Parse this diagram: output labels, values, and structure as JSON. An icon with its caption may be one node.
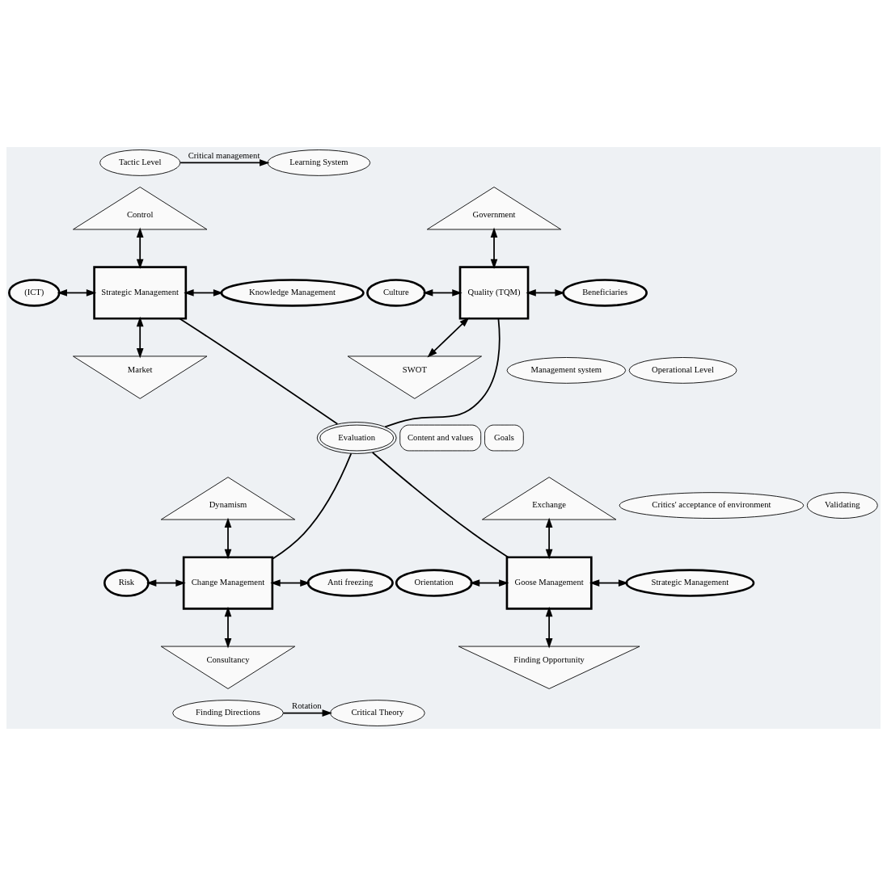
{
  "diagram": {
    "nodes": [
      {
        "text": [
          "Tactic Level"
        ]
      },
      {
        "text": [
          "Learning System"
        ]
      },
      {
        "text": [
          "Government"
        ]
      },
      {
        "text": [
          "Control"
        ]
      },
      {
        "text": [
          "Strategic Management"
        ]
      },
      {
        "text": [
          "(ICT)"
        ]
      },
      {
        "text": [
          "Knowledge Management"
        ]
      },
      {
        "text": [
          "Culture"
        ]
      },
      {
        "text": [
          "Quality (TQM)"
        ]
      },
      {
        "text": [
          "Beneficiaries"
        ]
      },
      {
        "text": [
          "SWOT"
        ]
      },
      {
        "text": [
          "Market"
        ]
      },
      {
        "text": [
          "Operational Level"
        ]
      },
      {
        "text": [
          "Management system"
        ]
      },
      {
        "text": [
          "Evaluation"
        ]
      },
      {
        "text": [
          "Goals"
        ]
      },
      {
        "text": [
          "Content and values"
        ]
      },
      {
        "text": [
          "Validating"
        ]
      },
      {
        "text": [
          "Critics' acceptance of environment"
        ]
      },
      {
        "text": [
          "Exchange"
        ]
      },
      {
        "text": [
          "Dynamism"
        ]
      },
      {
        "text": [
          "Goose Management"
        ]
      },
      {
        "text": [
          "Orientation"
        ]
      },
      {
        "text": [
          "Strategic Management"
        ]
      },
      {
        "text": [
          "Change Management"
        ]
      },
      {
        "text": [
          "Risk"
        ]
      },
      {
        "text": [
          "Anti freezing"
        ]
      },
      {
        "text": [
          "Finding Opportunity"
        ]
      },
      {
        "text": [
          "Consultancy"
        ]
      },
      {
        "text": [
          "Critical Theory"
        ]
      },
      {
        "text": [
          "Finding Directions"
        ]
      }
    ],
    "edges": [
      {
        "from": 0,
        "to": 1,
        "arrow": "to",
        "label": "Critical management"
      },
      {
        "from": 3,
        "to": 4,
        "arrow": "both"
      },
      {
        "from": 5,
        "to": 4,
        "arrow": "both"
      },
      {
        "from": 4,
        "to": 6,
        "arrow": "both"
      },
      {
        "from": 4,
        "to": 11,
        "arrow": "both"
      },
      {
        "from": 2,
        "to": 8,
        "arrow": "both"
      },
      {
        "from": 7,
        "to": 8,
        "arrow": "both"
      },
      {
        "from": 8,
        "to": 9,
        "arrow": "both"
      },
      {
        "from": 8,
        "to": 10,
        "arrow": "both"
      },
      {
        "from": 20,
        "to": 24,
        "arrow": "both"
      },
      {
        "from": 25,
        "to": 24,
        "arrow": "both"
      },
      {
        "from": 24,
        "to": 26,
        "arrow": "both"
      },
      {
        "from": 24,
        "to": 28,
        "arrow": "both"
      },
      {
        "from": 19,
        "to": 21,
        "arrow": "both"
      },
      {
        "from": 22,
        "to": 21,
        "arrow": "both"
      },
      {
        "from": 21,
        "to": 23,
        "arrow": "both"
      },
      {
        "from": 21,
        "to": 27,
        "arrow": "both"
      },
      {
        "from": 4,
        "to": 14,
        "arrow": "none"
      },
      {
        "from": 14,
        "to": 24,
        "arrow": "none"
      },
      {
        "from": 8,
        "to": 14,
        "arrow": "none"
      },
      {
        "from": 14,
        "to": 21,
        "arrow": "none"
      },
      {
        "from": 30,
        "to": 29,
        "arrow": "to",
        "label": "Rotation"
      }
    ]
  }
}
